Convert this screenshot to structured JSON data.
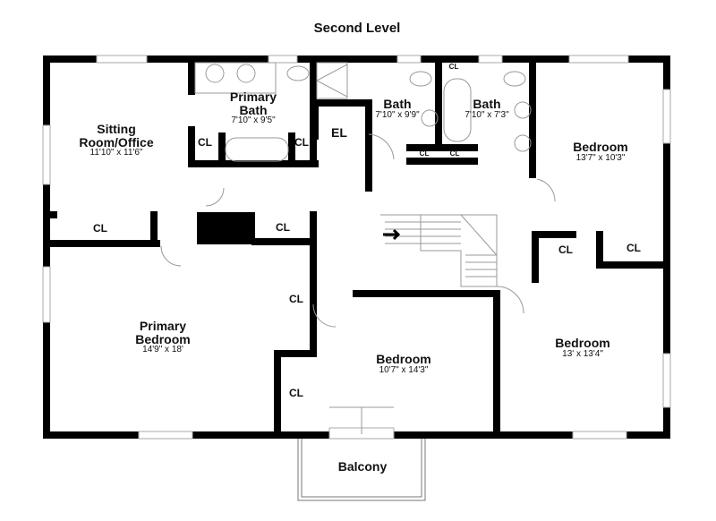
{
  "title": "Second Level",
  "rooms": {
    "sitting": {
      "name": "Sitting\nRoom/Office",
      "name1": "Sitting",
      "name2": "Room/Office",
      "dim": "11'10\" x 11'6\""
    },
    "primary_bath": {
      "name1": "Primary",
      "name2": "Bath",
      "dim": "7'10\" x 9'5\""
    },
    "el": {
      "name": "EL"
    },
    "bath1": {
      "name": "Bath",
      "dim": "7'10\" x 9'9\""
    },
    "bath2": {
      "name": "Bath",
      "dim": "7'10\" x 7'3\""
    },
    "bedroom_ne": {
      "name": "Bedroom",
      "dim": "13'7\" x 10'3\""
    },
    "primary_bedroom": {
      "name1": "Primary",
      "name2": "Bedroom",
      "dim": "14'9\" x 18'"
    },
    "bedroom_mid": {
      "name": "Bedroom",
      "dim": "10'7\" x 14'3\""
    },
    "bedroom_se": {
      "name": "Bedroom",
      "dim": "13' x 13'4\""
    },
    "balcony": {
      "name": "Balcony"
    }
  },
  "closet_label": "CL"
}
